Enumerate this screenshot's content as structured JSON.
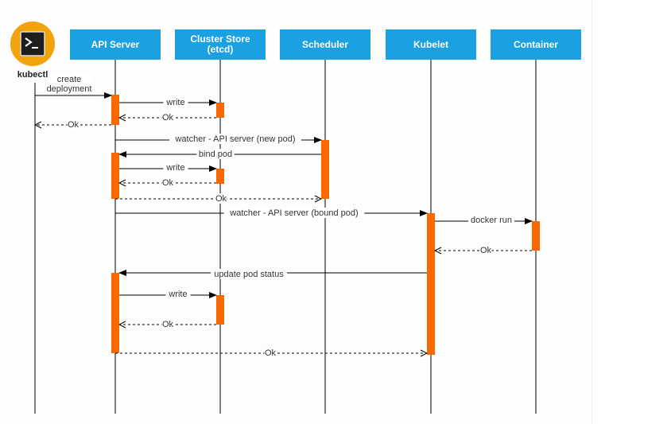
{
  "participants": [
    {
      "id": "kubectl",
      "label": "kubectl",
      "icon": "terminal-icon"
    },
    {
      "id": "api",
      "label": "API Server"
    },
    {
      "id": "store",
      "label": "Cluster Store\n(etcd)"
    },
    {
      "id": "scheduler",
      "label": "Scheduler"
    },
    {
      "id": "kubelet",
      "label": "Kubelet"
    },
    {
      "id": "container",
      "label": "Container"
    }
  ],
  "messages": [
    {
      "from": "kubectl",
      "to": "api",
      "label": "create\ndeployment",
      "style": "solid"
    },
    {
      "from": "api",
      "to": "store",
      "label": "write",
      "style": "solid"
    },
    {
      "from": "store",
      "to": "api",
      "label": "Ok",
      "style": "dashed"
    },
    {
      "from": "api",
      "to": "kubectl",
      "label": "Ok",
      "style": "dashed"
    },
    {
      "from": "api",
      "to": "scheduler",
      "label": "watcher - API server (new pod)",
      "style": "solid"
    },
    {
      "from": "scheduler",
      "to": "api",
      "label": "bind pod",
      "style": "solid"
    },
    {
      "from": "api",
      "to": "store",
      "label": "write",
      "style": "solid"
    },
    {
      "from": "store",
      "to": "api",
      "label": "Ok",
      "style": "dashed"
    },
    {
      "from": "api",
      "to": "scheduler",
      "label": "Ok",
      "style": "dashed"
    },
    {
      "from": "api",
      "to": "kubelet",
      "label": "watcher - API server (bound pod)",
      "style": "solid"
    },
    {
      "from": "kubelet",
      "to": "container",
      "label": "docker run",
      "style": "solid"
    },
    {
      "from": "container",
      "to": "kubelet",
      "label": "Ok",
      "style": "dashed"
    },
    {
      "from": "kubelet",
      "to": "api",
      "label": "update pod status",
      "style": "solid"
    },
    {
      "from": "api",
      "to": "store",
      "label": "write",
      "style": "solid"
    },
    {
      "from": "store",
      "to": "api",
      "label": "Ok",
      "style": "dashed"
    },
    {
      "from": "api",
      "to": "kubelet",
      "label": "Ok",
      "style": "dashed"
    }
  ],
  "colors": {
    "header": "#1ba1e2",
    "activation": "#fa6800",
    "icon_ring": "#f0a30a",
    "line": "#000000"
  }
}
